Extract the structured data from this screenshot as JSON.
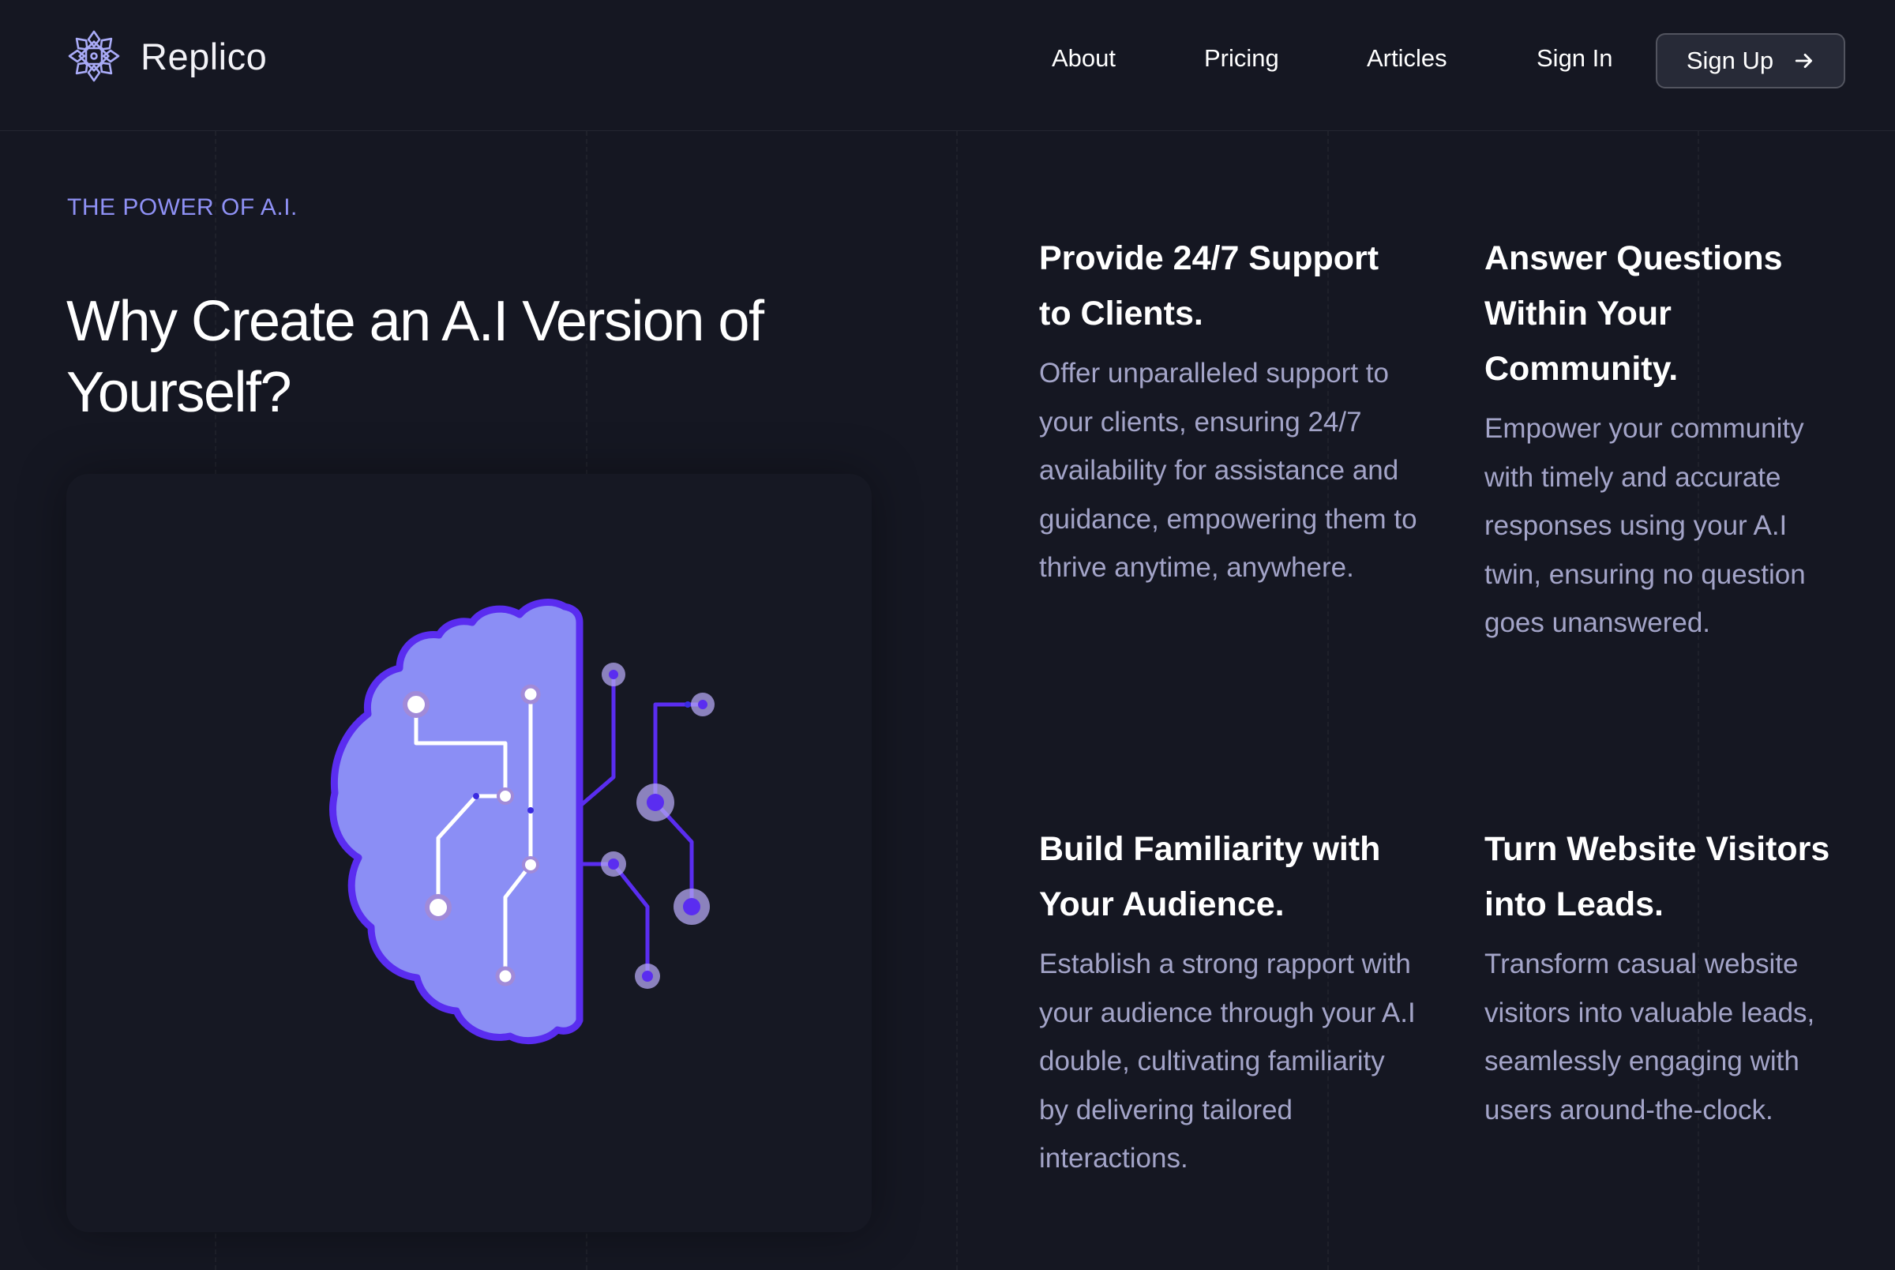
{
  "brand": {
    "name": "Replico",
    "logo_icon": "snowflake-logo-icon"
  },
  "nav": {
    "items": [
      "About",
      "Pricing",
      "Articles",
      "Sign In"
    ],
    "signup_label": "Sign Up",
    "signup_icon": "arrow-right-icon"
  },
  "hero": {
    "eyebrow": "THE POWER OF A.I.",
    "title": "Why Create an A.I Version of Yourself?",
    "image_icon": "brain-circuit-icon"
  },
  "features": [
    {
      "title": "Provide 24/7 Support to Clients.",
      "description": "Offer unparalleled support to your clients, ensuring 24/7 availability for assistance and guidance, empowering them to thrive anytime, anywhere."
    },
    {
      "title": "Answer Questions Within Your Community.",
      "description": "Empower your community with timely and accurate responses using your A.I twin, ensuring no question goes unanswered."
    },
    {
      "title": "Build Familiarity with Your Audience.",
      "description": "Establish a strong rapport with your audience through your A.I double, cultivating familiarity by delivering tailored interactions."
    },
    {
      "title": "Turn Website Visitors into Leads.",
      "description": "Transform casual website visitors into valuable leads, seamlessly engaging with users around-the-clock."
    }
  ],
  "colors": {
    "background": "#151722",
    "accent": "#8f91f5",
    "brain_fill": "#8b8ef5",
    "brain_stroke": "#5a2df0",
    "body_text": "#a3a4c8"
  }
}
